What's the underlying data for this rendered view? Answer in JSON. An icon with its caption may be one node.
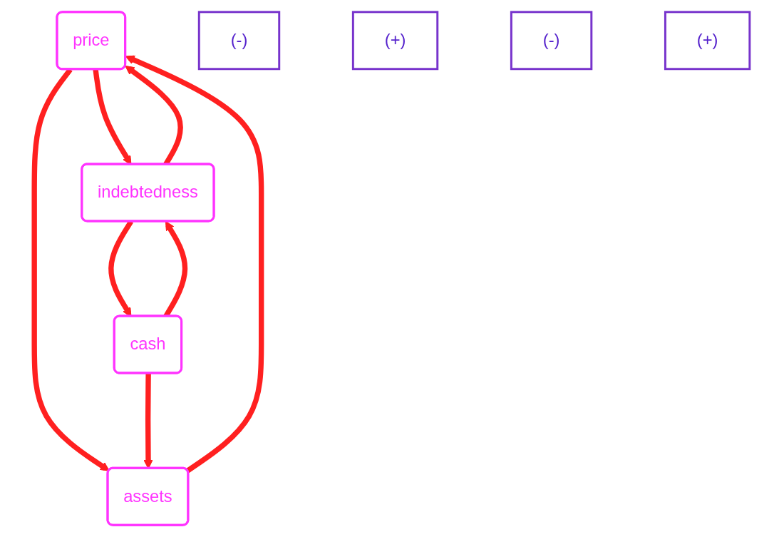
{
  "diagram": {
    "nodes": [
      {
        "text": [
          "price"
        ]
      },
      {
        "text": [
          "assets"
        ]
      },
      {
        "text": [
          "(-)"
        ]
      },
      {
        "text": [
          "(+)"
        ]
      },
      {
        "text": [
          "(-)"
        ]
      },
      {
        "text": [
          "indebtedness"
        ]
      },
      {
        "text": [
          "cash"
        ]
      },
      {
        "text": [
          "(+)"
        ]
      }
    ],
    "edges": [
      {
        "from": 0,
        "to": 1,
        "arrow": "to"
      },
      {
        "from": 1,
        "to": 0,
        "arrow": "to"
      },
      {
        "from": 0,
        "to": 5,
        "arrow": "to"
      },
      {
        "from": 5,
        "to": 0,
        "arrow": "to"
      },
      {
        "from": 6,
        "to": 1,
        "arrow": "to"
      },
      {
        "from": 5,
        "to": 6,
        "arrow": "to"
      },
      {
        "from": 6,
        "to": 5,
        "arrow": "to"
      }
    ]
  }
}
